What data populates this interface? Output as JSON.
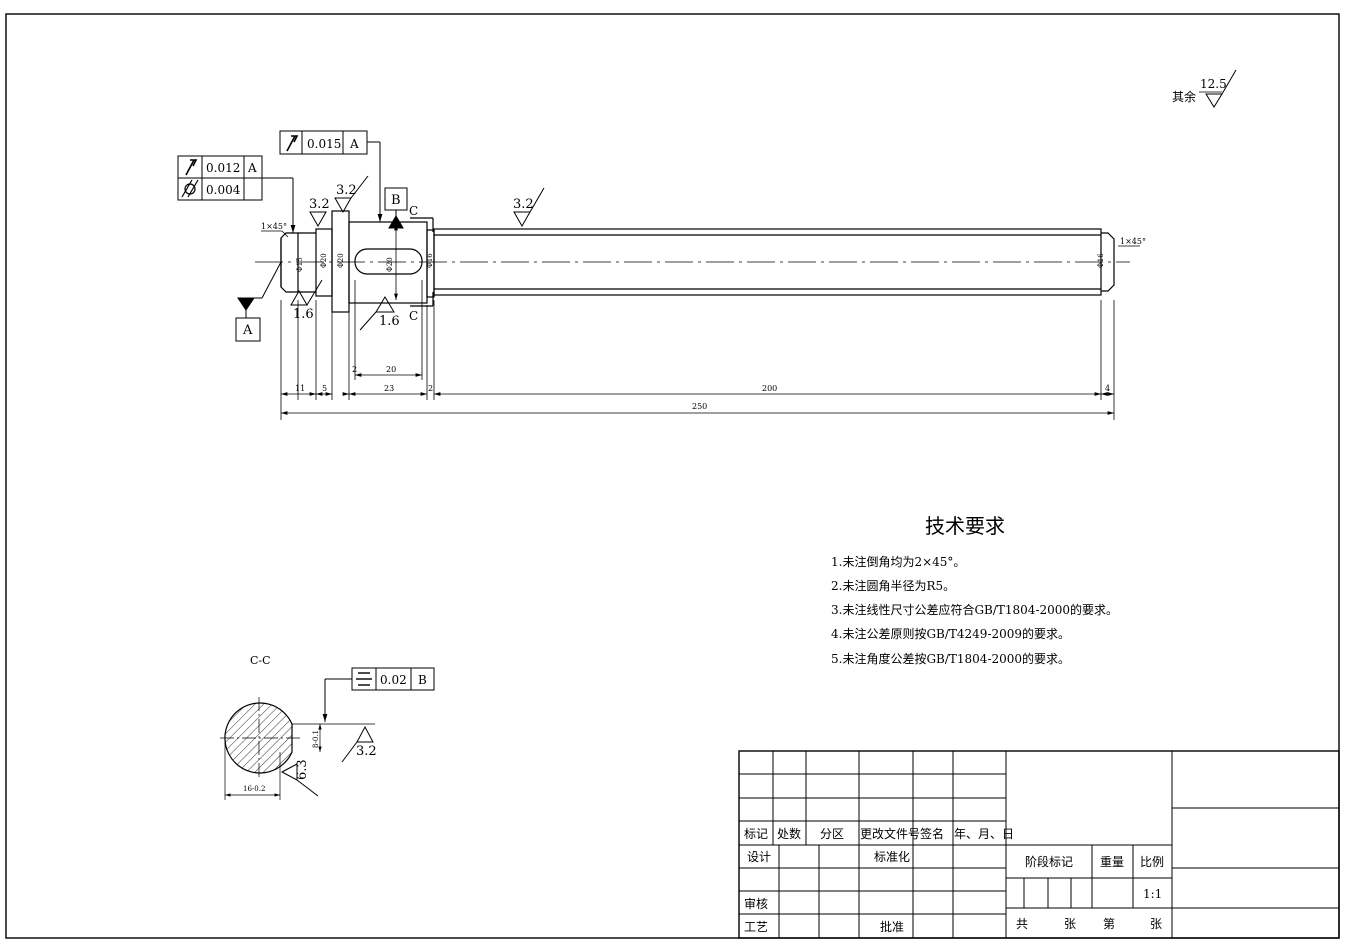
{
  "roughness_default": {
    "prefix": "其余",
    "value": "12.5"
  },
  "roughness": {
    "r1": "3.2",
    "r2": "3.2",
    "r3": "3.2",
    "r4": "1.6",
    "r5": "1.6",
    "r6": "3.2",
    "r7": "6.3"
  },
  "tolerance_frames": {
    "f1": {
      "value": "0.012",
      "datum": "A"
    },
    "f2": {
      "value": "0.004"
    },
    "f3": {
      "value": "0.015",
      "datum": "A"
    },
    "f4": {
      "value": "0.02",
      "datum": "B"
    }
  },
  "datums": {
    "a": "A",
    "b": "B"
  },
  "section_marks": {
    "top": "C",
    "bottom": "C",
    "view_label": "C-C"
  },
  "chamfer_labels": {
    "left": "1×45°",
    "right": "1×45°"
  },
  "dimensions": {
    "d11": "11",
    "d5": "5",
    "d2a": "2",
    "d23": "23",
    "d2b": "2",
    "d200": "200",
    "d4": "4",
    "d20": "20",
    "d250": "250",
    "section_width": "16-0.2",
    "section_depth": "8-0.1"
  },
  "diameters": {
    "dia1": "Φ15",
    "dia2": "Φ20",
    "dia3": "Φ20",
    "dia4": "Φ20",
    "dia5": "Φ16",
    "dia6": "Φ16"
  },
  "tech_requirements": {
    "title": "技术要求",
    "items": [
      "1.未注倒角均为2×45°。",
      "2.未注圆角半径为R5。",
      "3.未注线性尺寸公差应符合GB/T1804-2000的要求。",
      "4.未注公差原则按GB/T4249-2009的要求。",
      "5.未注角度公差按GB/T1804-2000的要求。"
    ]
  },
  "title_block": {
    "h_mark": "标记",
    "h_count": "处数",
    "h_zone": "分区",
    "h_doc": "更改文件号",
    "h_sign": "签名",
    "h_date": "年、月、日",
    "design": "设计",
    "standard": "标准化",
    "review": "审核",
    "craft": "工艺",
    "approve": "批准",
    "stage": "阶段标记",
    "weight": "重量",
    "scale": "比例",
    "scale_val": "1:1",
    "total": "共",
    "sheet1": "张",
    "nth": "第",
    "sheet2": "张"
  }
}
